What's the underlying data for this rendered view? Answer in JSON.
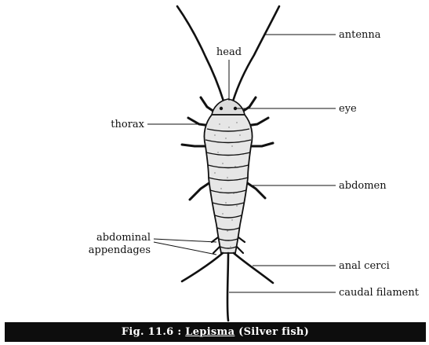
{
  "labels": {
    "head": "head",
    "antenna": "antenna",
    "eye": "eye",
    "thorax": "thorax",
    "abdomen": "abdomen",
    "abdominal_appendages_line1": "abdominal",
    "abdominal_appendages_line2": "appendages",
    "anal_cerci": "anal cerci",
    "caudal_filament": "caudal filament"
  },
  "caption": {
    "prefix": "Fig. 11.6 : ",
    "genus": "Lepisma",
    "suffix": " (Silver fish)"
  },
  "colors": {
    "ink": "#111111",
    "caption_background": "#0d0d0d",
    "caption_text": "#ffffff"
  }
}
